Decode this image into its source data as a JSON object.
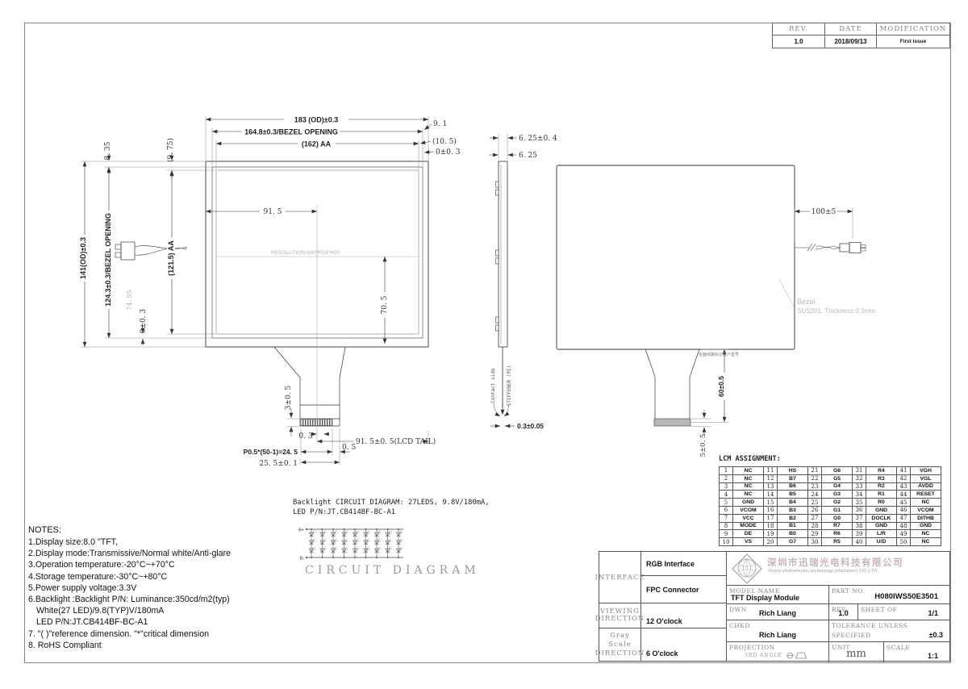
{
  "revision_table": {
    "rev_label": "REV.",
    "date_label": "DATE",
    "modification_label": "MODIFICATION",
    "rev": "1.0",
    "date": "2018/09/13",
    "modification": "First issue"
  },
  "front_view": {
    "dim_width_od": "183 (OD)±0.3",
    "dim_width_bezel": "164.8±0.3/BEZEL OPENING",
    "dim_width_aa": "(162) AA",
    "dim_right_1": "9. 1",
    "dim_right_2": "(10. 5)",
    "dim_right_3": "0±0. 3",
    "dim_left_top": "8. 35",
    "dim_left_top2": "(9. 75)",
    "dim_height_od": "141(OD)±0.3",
    "dim_height_bezel": "124.3±0.3/BEZEL OPENING",
    "dim_height_aa": "(121.5) AA",
    "ref_dim": "74. 55",
    "dim_left_bottom": "0±0. 3",
    "dim_center_x": "91. 5",
    "dim_center_y": "70. 5",
    "resolution": "RESOLUTION:800*RGB*600",
    "dim_tail_h": "3±0. 5",
    "dim_tail_offset": "0. 3",
    "dim_tail_lcd": "91. 5±0. 5(LCD TAIL)",
    "dim_tail_pitch": "P0.5*(50-1)=24. 5",
    "dim_tail_end": "0. 5",
    "dim_tail_w": "25. 5±0. 1"
  },
  "side_view": {
    "dim_total_thickness": "6. 25±0. 4",
    "dim_cell_thickness": "6. 25",
    "dim_fpc_thickness": "0.3±0.05",
    "label_contact": "Contact side",
    "label_stiffener": "STIFFENER (PI)"
  },
  "back_view": {
    "dim_wire_length": "100±5",
    "label_bezel_line1": "Bezel",
    "label_bezel_line2": "SUS201: Thickness:0.3mm",
    "dim_tail_length": "60±0.5",
    "dim_tail_tip": "5±0. 5",
    "annotation_cn": "反面线路标记客户型号"
  },
  "circuit_diagram": {
    "line1": "Backlight CIRCUIT DIAGRAM: 27LEDS, 9.8V/180mA,",
    "line2": "LED P/N:JT.CB414BF-BC-A1",
    "caption": "CIRCUIT DIAGRAM",
    "b_plus": "B+",
    "b_minus": "B-",
    "strings": 9,
    "leds_per_string": 3
  },
  "notes": {
    "title": "NOTES:",
    "items": [
      "1.Display size:8.0 \"TFT,",
      "2.Display mode:Transmissive/Normal white/Anti-glare",
      "3.Operation temperature:-20°C~+70°C",
      "4.Storage temperature:-30°C~+80°C",
      "5.Power supply voltage:3.3V",
      "6.Backlight :Backlight P/N: Luminance:350cd/m2(typ)",
      "White(27 LED)/9.8(TYP)V/180mA",
      "LED P/N:JT.CB414BF-BC-A1",
      "7. \"( )\"reference dimension. \"*\"critical dimension",
      "8. RoHS Compliant"
    ]
  },
  "lcm_assignment": {
    "title": "LCM ASSIGNMENT:",
    "pins": [
      "NC",
      "NC",
      "NC",
      "NC",
      "GND",
      "VCOM",
      "VCC",
      "MODE",
      "DE",
      "VS",
      "HS",
      "B7",
      "B6",
      "B5",
      "B4",
      "B3",
      "B2",
      "B1",
      "B0",
      "G7",
      "G6",
      "G5",
      "G4",
      "G3",
      "G2",
      "G1",
      "G0",
      "R7",
      "R6",
      "R5",
      "R4",
      "R3",
      "R2",
      "R1",
      "R0",
      "GND",
      "DOCLK",
      "GND",
      "L/R",
      "U/D",
      "VGH",
      "VGL",
      "AVDD",
      "RESET",
      "NC",
      "VCOM",
      "DITHB",
      "GND",
      "NC",
      "NC"
    ]
  },
  "title_block": {
    "interface_label": "INTERFACE",
    "interface_value1": "RGB Interface",
    "interface_value2": "FPC Connector",
    "viewing_label_line1": "VIEWING",
    "viewing_label_line2": "DIRECTION",
    "viewing_value": "12 O'clock",
    "grayscale_label_line1": "Gray Scale",
    "grayscale_label_line2": "DIRECTION",
    "grayscale_value": "6 O'clock",
    "company_cn": "深圳市迅瑞光电科技有限公司",
    "company_en": "Xunrui photoelectric technology (shenzhen) CO.,LTD.",
    "model_name_label": "MODEL NAME",
    "model_name": "TFT Display Module",
    "part_no_label": "PART NO.",
    "part_no": "H080IWS50E3501",
    "dwn_label": "DWN",
    "dwn": "Rich Liang",
    "rev_label": "REV.",
    "rev": "1.0",
    "sheet_label": "SHEET OF",
    "sheet": "1/1",
    "chkd_label": "CHKD",
    "chkd": "Rich Liang",
    "tolerance_label_line1": "TOLERANCE UNLESS",
    "tolerance_label_line2": "SPECIFIED",
    "tolerance_value": "±0.3",
    "projection_label": "PROJECTION",
    "projection_value": "3RD ANGLE",
    "unit_label": "UNIT",
    "unit_value": "mm",
    "scale_label": "SCALE",
    "scale_value": "1:1"
  }
}
